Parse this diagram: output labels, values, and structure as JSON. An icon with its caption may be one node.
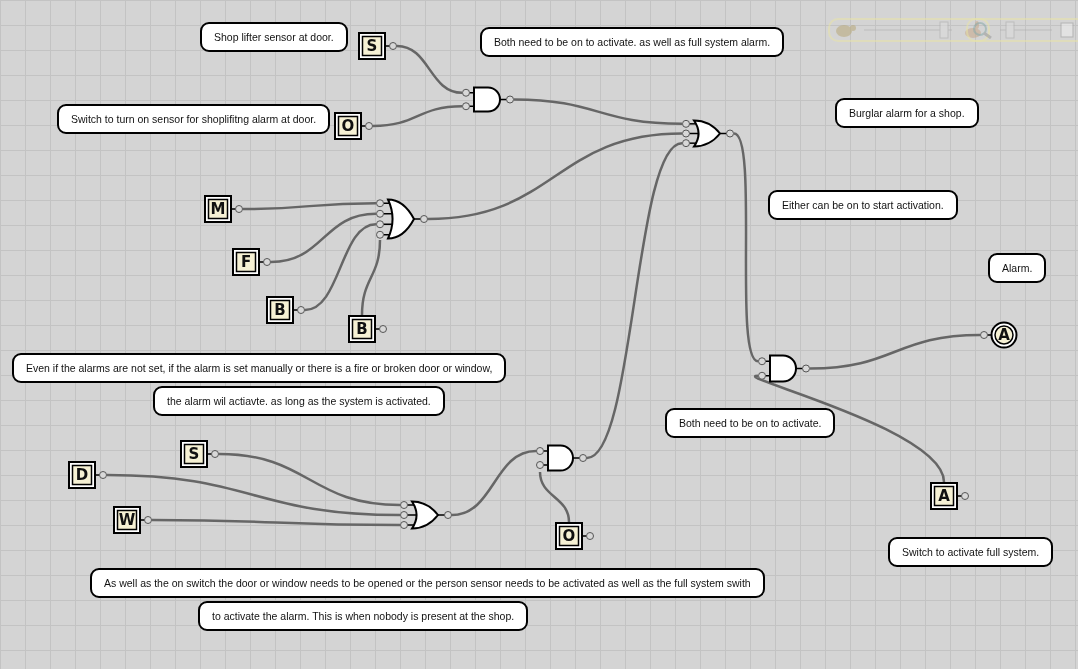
{
  "diagram": {
    "nodes": [
      {
        "text": [
          "Shop lifter sensor at door."
        ]
      },
      {
        "text": [
          "S"
        ]
      },
      {
        "text": [
          "Both need to be on to activate. as well as full system alarm."
        ]
      },
      {
        "text": [
          "Switch to turn on sensor for shoplifitng alarm at door."
        ]
      },
      {
        "text": [
          "O"
        ]
      },
      {
        "text": [],
        "shape": "and-gate"
      },
      {
        "text": [],
        "shape": "or-gate"
      },
      {
        "text": [
          "Burglar alarm for a shop."
        ]
      },
      {
        "text": [
          "M"
        ]
      },
      {
        "text": [],
        "shape": "or-gate"
      },
      {
        "text": [
          "Either can be on to start activation."
        ]
      },
      {
        "text": [
          "F"
        ]
      },
      {
        "text": [
          "B"
        ]
      },
      {
        "text": [
          "B"
        ]
      },
      {
        "text": [
          "Alarm."
        ]
      },
      {
        "text": [
          "A"
        ]
      },
      {
        "text": [
          "Even if the alarms are not set, if the alarm is set manually or there is a fire or broken door or window,"
        ]
      },
      {
        "text": [
          "the alarm wil actiavte. as long as the system is activated."
        ]
      },
      {
        "text": [],
        "shape": "and-gate"
      },
      {
        "text": [
          "Both need to be on to activate."
        ]
      },
      {
        "text": [
          "S"
        ]
      },
      {
        "text": [
          "D"
        ]
      },
      {
        "text": [],
        "shape": "and-gate"
      },
      {
        "text": [
          "W"
        ]
      },
      {
        "text": [],
        "shape": "or-gate"
      },
      {
        "text": [
          "A"
        ]
      },
      {
        "text": [
          "O"
        ]
      },
      {
        "text": [
          "Switch to activate full system."
        ]
      },
      {
        "text": [
          "As well as the on switch the door or window needs to be opened or the person sensor needs to be activated as well as the full system swith"
        ]
      },
      {
        "text": [
          "to activate the alarm. This is when nobody is present at the shop."
        ]
      }
    ],
    "edges": [
      {
        "from": 1,
        "to": 5,
        "arrow": "none"
      },
      {
        "from": 4,
        "to": 5,
        "arrow": "none"
      },
      {
        "from": 5,
        "to": 6,
        "arrow": "none"
      },
      {
        "from": 9,
        "to": 6,
        "arrow": "none"
      },
      {
        "from": 22,
        "to": 6,
        "arrow": "none"
      },
      {
        "from": 8,
        "to": 9,
        "arrow": "none"
      },
      {
        "from": 11,
        "to": 9,
        "arrow": "none"
      },
      {
        "from": 12,
        "to": 9,
        "arrow": "none"
      },
      {
        "from": 13,
        "to": 9,
        "arrow": "none"
      },
      {
        "from": 6,
        "to": 18,
        "arrow": "none"
      },
      {
        "from": 18,
        "to": 15,
        "arrow": "none"
      },
      {
        "from": 25,
        "to": 18,
        "arrow": "none"
      },
      {
        "from": 20,
        "to": 24,
        "arrow": "none"
      },
      {
        "from": 21,
        "to": 24,
        "arrow": "none"
      },
      {
        "from": 23,
        "to": 24,
        "arrow": "none"
      },
      {
        "from": 24,
        "to": 22,
        "arrow": "none"
      },
      {
        "from": 26,
        "to": 22,
        "arrow": "none"
      }
    ]
  }
}
